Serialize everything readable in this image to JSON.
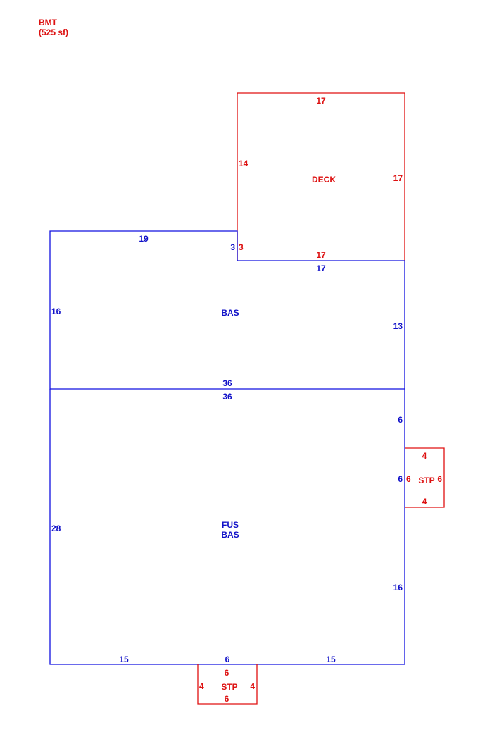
{
  "header": {
    "area_code": "BMT",
    "area_size": "(525 sf)"
  },
  "colors": {
    "blue": "#1010e0",
    "red": "#e01010"
  },
  "deck": {
    "name": "DECK",
    "top": "17",
    "left": "14",
    "right": "17",
    "bottom": "17"
  },
  "bas_upper": {
    "name": "BAS",
    "top": "19",
    "step_left": "3",
    "step_right": "3",
    "top_right": "17",
    "left": "16",
    "right": "13",
    "bottom": "36"
  },
  "fus_bas": {
    "name_line1": "FUS",
    "name_line2": "BAS",
    "top": "36",
    "left": "28",
    "right_upper": "6",
    "right_mid": "6",
    "right_lower": "16",
    "bottom_left": "15",
    "bottom_mid": "6",
    "bottom_right": "15"
  },
  "stp_right": {
    "name": "STP",
    "top": "4",
    "left": "6",
    "right": "6",
    "bottom": "4"
  },
  "stp_bottom": {
    "name": "STP",
    "top": "6",
    "left": "4",
    "right": "4",
    "bottom": "6"
  }
}
